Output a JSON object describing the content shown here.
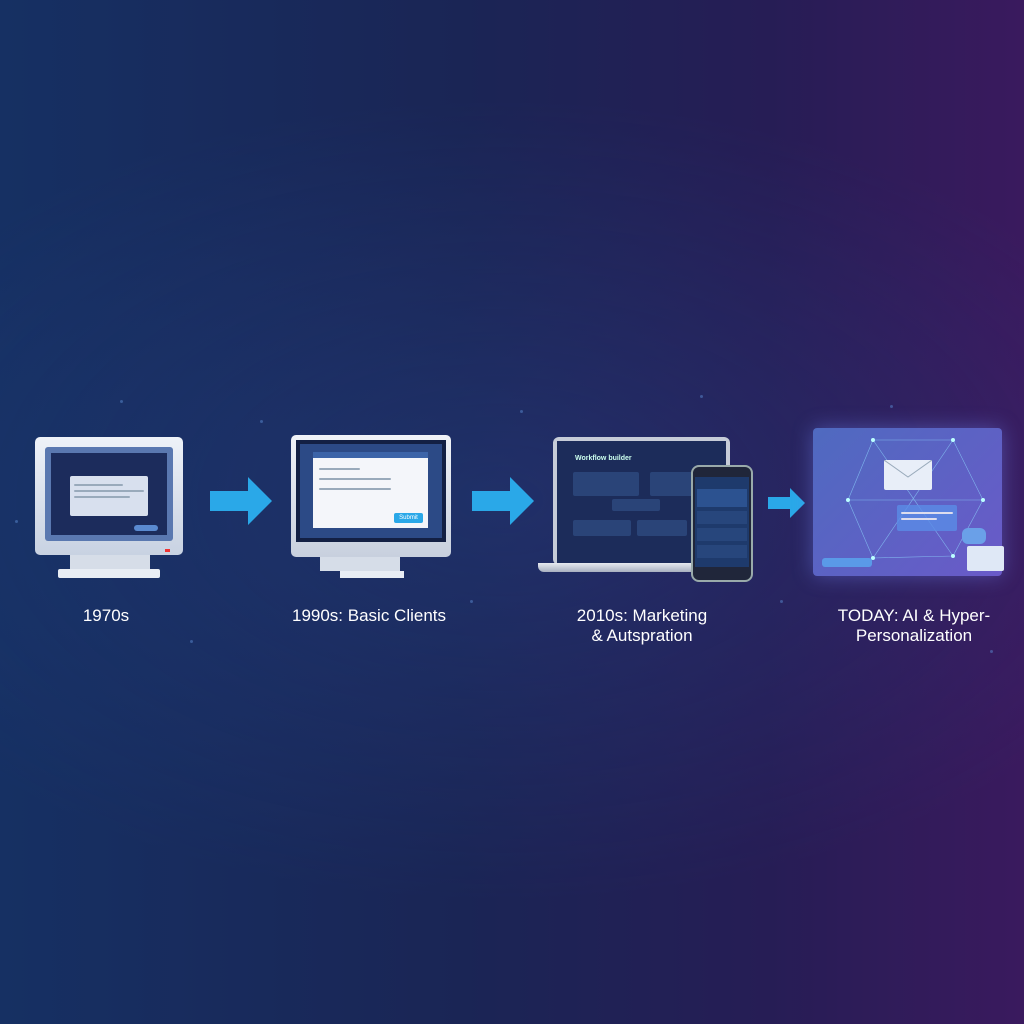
{
  "stages": [
    {
      "label": "1970s"
    },
    {
      "label": "1990s: Basic Clients",
      "button": "Submit"
    },
    {
      "label_line1": "2010s: Marketing",
      "label_line2": "& Autspration",
      "screen_title": "Workflow builder"
    },
    {
      "label_line1": "TODAY: AI & Hyper-",
      "label_line2": "Personalization"
    }
  ],
  "colors": {
    "arrow": "#2aa8e8",
    "bg_left": "#163063",
    "bg_right": "#3a1a5e"
  }
}
